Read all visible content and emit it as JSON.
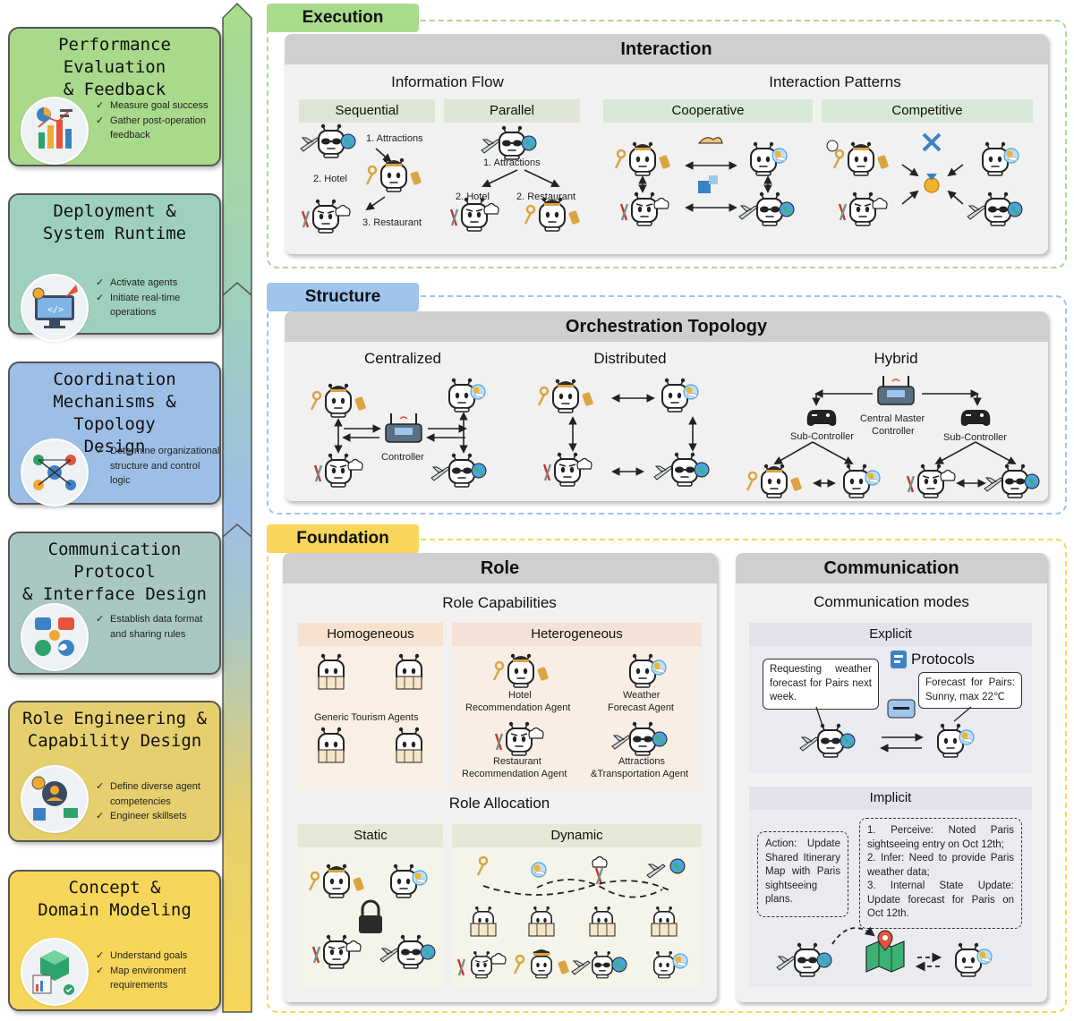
{
  "stages": [
    {
      "title": "Performance Evaluation & Feedback",
      "title_lines": [
        "Performance Evaluation",
        "& Feedback"
      ],
      "bullets": [
        "Measure goal success",
        "Gather post-operation feedback"
      ],
      "icon": "analytics-chart-icon",
      "color": "#a9d98a"
    },
    {
      "title": "Deployment & System Runtime",
      "title_lines": [
        "Deployment &",
        "System Runtime"
      ],
      "bullets": [
        "Activate agents",
        "Initiate real-time operations"
      ],
      "icon": "rocket-monitor-icon",
      "color": "#9fd0bd"
    },
    {
      "title": "Coordination Mechanisms & Topology Design",
      "title_lines": [
        "Coordination",
        "Mechanisms & Topology",
        "Design"
      ],
      "bullets": [
        "Determine organizational structure and control logic"
      ],
      "icon": "network-people-icon",
      "color": "#9dbfe6"
    },
    {
      "title": "Communication Protocol & Interface Design",
      "title_lines": [
        "Communication Protocol",
        "& Interface Design"
      ],
      "bullets": [
        "Establish data format and sharing rules"
      ],
      "icon": "communication-channels-icon",
      "color": "#a9c8c4"
    },
    {
      "title": "Role Engineering & Capability Design",
      "title_lines": [
        "Role Engineering &",
        "Capability Design"
      ],
      "bullets": [
        "Define diverse agent competencies",
        "Engineer skillsets"
      ],
      "icon": "user-gear-icon",
      "color": "#e6cf6e"
    },
    {
      "title": "Concept & Domain Modeling",
      "title_lines": [
        "Concept &",
        "Domain Modeling"
      ],
      "bullets": [
        "Understand goals",
        "Map environment requirements"
      ],
      "icon": "cube-flowchart-icon",
      "color": "#f6d65a"
    }
  ],
  "sections": {
    "execution": "Execution",
    "structure": "Structure",
    "foundation": "Foundation"
  },
  "colors": {
    "execution": "#a8dc8c",
    "structure": "#9fc5ec",
    "foundation": "#f7d65a",
    "cooperative": "#d8e8d8",
    "sequential": "#dde6d4",
    "heterogeneous": "#f4e2d6",
    "homogeneous": "#f6e2ce"
  },
  "interaction": {
    "title": "Interaction",
    "info_flow": {
      "label": "Information Flow",
      "sequential": {
        "label": "Sequential",
        "steps": [
          "1. Attractions",
          "2. Hotel",
          "3. Restaurant"
        ]
      },
      "parallel": {
        "label": "Parallel",
        "steps": [
          "1. Attractions",
          "2. Hotel",
          "2. Restaurant"
        ]
      }
    },
    "patterns": {
      "label": "Interaction Patterns",
      "cooperative": "Cooperative",
      "competitive": "Competitive"
    }
  },
  "orchestration": {
    "title": "Orchestration Topology",
    "centralized": {
      "label": "Centralized",
      "controller": "Controller"
    },
    "distributed": {
      "label": "Distributed"
    },
    "hybrid": {
      "label": "Hybrid",
      "master": [
        "Central Master",
        "Controller"
      ],
      "sub_left": "Sub-Controller",
      "sub_right": "Sub-Controller"
    }
  },
  "role": {
    "title": "Role",
    "capabilities": {
      "label": "Role Capabilities",
      "homogeneous": "Homogeneous",
      "heterogeneous": "Heterogeneous",
      "generic": "Generic Tourism Agents",
      "agents": [
        {
          "lines": [
            "Hotel",
            "Recommendation Agent"
          ]
        },
        {
          "lines": [
            "Weather",
            "Forecast Agent"
          ]
        },
        {
          "lines": [
            "Restaurant",
            "Recommendation Agent"
          ]
        },
        {
          "lines": [
            "Attractions",
            "&Transportation Agent"
          ]
        }
      ]
    },
    "allocation": {
      "label": "Role Allocation",
      "static": "Static",
      "dynamic": "Dynamic"
    }
  },
  "communication": {
    "title": "Communication",
    "modes_label": "Communication modes",
    "explicit": {
      "label": "Explicit",
      "protocols": "Protocols",
      "request": "Requesting weather forecast for Pairs next week.",
      "response": "Forecast for Pairs: Sunny, max 22℃"
    },
    "implicit": {
      "label": "Implicit",
      "action": "Action: Update Shared Itinerary Map with Paris sightseeing plans.",
      "steps": [
        "1. Perceive: Noted Paris sightseeing entry on Oct 12th;",
        "2. Infer: Need to provide Paris weather data;",
        "3. Internal State Update: Update forecast for Paris on Oct 12th."
      ]
    }
  }
}
